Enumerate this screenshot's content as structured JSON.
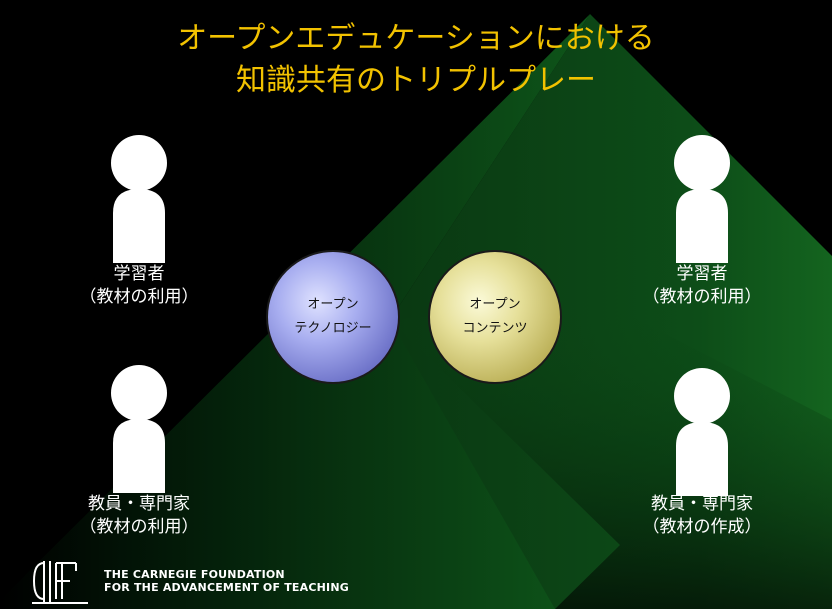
{
  "slide": {
    "title_line1": "オープンエデュケーションにおける",
    "title_line2": "知識共有のトリプルプレー",
    "title_color": "#f2c200",
    "background_color": "#000000",
    "diamond_color": "#0e5518"
  },
  "people": {
    "top_left": {
      "line1": "学習者",
      "line2": "（教材の利用）"
    },
    "bottom_left": {
      "line1": "教員・専門家",
      "line2": "（教材の利用）"
    },
    "top_right": {
      "line1": "学習者",
      "line2": "（教材の利用）"
    },
    "bottom_right": {
      "line1": "教員・専門家",
      "line2": "（教材の作成）"
    }
  },
  "circles": {
    "technology": {
      "line1": "オープン",
      "line2": "テクノロジー",
      "color": "#8f95e0"
    },
    "content": {
      "line1": "オープン",
      "line2": "コンテンツ",
      "color": "#d6cf7d"
    }
  },
  "footer": {
    "org_line1": "THE CARNEGIE FOUNDATION",
    "org_line2": "FOR THE ADVANCEMENT OF TEACHING"
  }
}
